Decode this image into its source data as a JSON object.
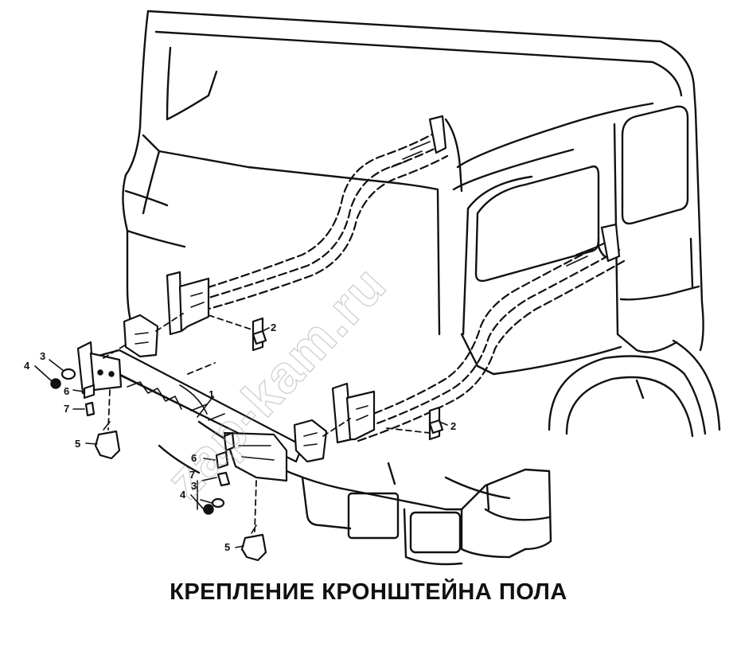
{
  "caption": "КРЕПЛЕНИЕ КРОНШТЕЙНА ПОЛА",
  "watermark": "zap-kam.ru",
  "callouts": {
    "c1": "1",
    "c2a": "2",
    "c2b": "2",
    "c3a": "3",
    "c3b": "3",
    "c4a": "4",
    "c4b": "4",
    "c5a": "5",
    "c5b": "5",
    "c6a": "6",
    "c6b": "6",
    "c7a": "7",
    "c7b": "7"
  }
}
